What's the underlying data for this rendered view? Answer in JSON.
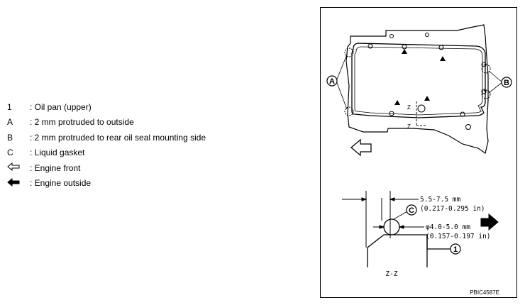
{
  "legend": [
    {
      "key": "1",
      "text": ": Oil pan (upper)"
    },
    {
      "key": "A",
      "text": ": 2 mm protruded to outside"
    },
    {
      "key": "B",
      "text": ": 2 mm protruded to rear oil seal mounting side"
    },
    {
      "key": "C",
      "text": ": Liquid gasket"
    },
    {
      "key_icon": "outline-arrow-left-icon",
      "text": ": Engine front"
    },
    {
      "key_icon": "solid-arrow-left-icon",
      "text": ": Engine outside"
    }
  ],
  "figure": {
    "callout_a": "A",
    "callout_b": "B",
    "callout_c": "C",
    "callout_1": "1",
    "section_mark": "Z",
    "section_label": "Z-Z",
    "dim_width_mm": "5.5-7.5 mm",
    "dim_width_in": "(0.217-0.295 in)",
    "dim_dia_mm": "φ4.0-5.0 mm",
    "dim_dia_in": "(0.157-0.197 in)",
    "figure_code": "PBIC4587E"
  }
}
